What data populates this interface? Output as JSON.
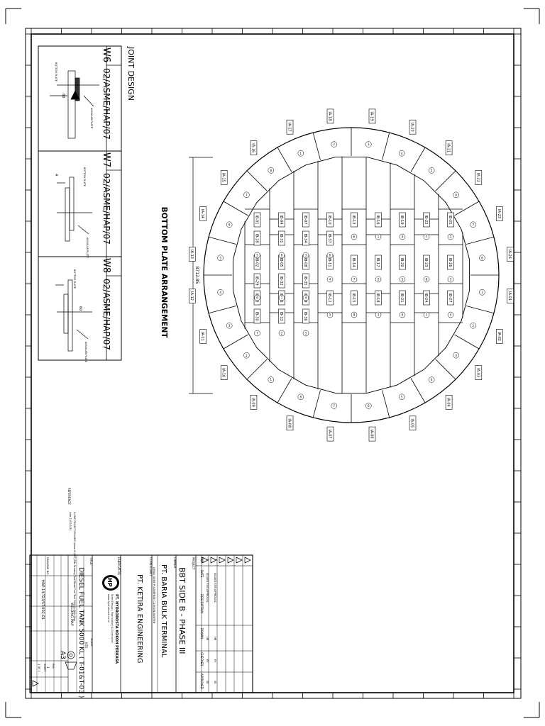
{
  "drawing": {
    "title": "BOTTOM PLATE ARRANGEMENT",
    "diameter": "8712.85"
  },
  "joint_design": {
    "heading": "JOINT DESIGN",
    "joints": [
      {
        "id": "W6",
        "ref": "02/ASME/HAP/07"
      },
      {
        "id": "W7",
        "ref": "02/ASME/HAP/07"
      },
      {
        "id": "W8",
        "ref": "02/ASME/HAP/07"
      }
    ],
    "detail_labels": [
      "BOTTOM PLATE",
      "ANNULAR PLATE",
      "60",
      "4",
      "3"
    ]
  },
  "annular_labels": [
    "IA-01",
    "IA-02",
    "IA-03",
    "IA-04",
    "IA-05",
    "IA-06",
    "IA-07",
    "IA-08",
    "IA-09",
    "IA-10",
    "IA-11",
    "IA-12",
    "IA-13",
    "IA-14",
    "IA-15",
    "IA-16",
    "IA-17",
    "IA-18",
    "IA-19",
    "IA-20",
    "IA-21",
    "IA-22",
    "IA-23",
    "IA-24"
  ],
  "bottom_labels": [
    "IB-01",
    "IB-02",
    "IB-03",
    "IB-04",
    "IB-05",
    "IB-06",
    "IB-07",
    "IB-08",
    "IB-09",
    "IB-10",
    "IB-11",
    "IB-12",
    "IB-13",
    "IB-14",
    "IB-15",
    "IB-16",
    "IB-17",
    "IB-18",
    "IB-19",
    "IB-20",
    "IB-21",
    "IB-22",
    "IB-23",
    "IB-24",
    "IB-25",
    "IB-26",
    "IB-27",
    "IB-28",
    "IB-29",
    "IB-30",
    "IB-31",
    "IB-32",
    "IB-33",
    "IB-34",
    "IB-35",
    "IB-36",
    "IB-37"
  ],
  "title_block": {
    "project_label": "PROJECT",
    "project": "BBT SIDE B - PHASE III",
    "owner_label": "OWNER",
    "owner": "PT. BARIA BULK TERMINAL",
    "owner_address": "LEBAK GEDE PULOMERAK CILEGON-BANTEN",
    "consultant_label": "CONSULTANT",
    "consultant": "PT. KETIRA ENGINEERING",
    "fabricator_label": "FABRICATOR",
    "fabricator": "PT. HYDROBOSTA KOKOH PERKASA",
    "fabricator_sub": "Steel Design, Fabrication & Contractor",
    "fabricator_web": "www.hydroboste.co.id",
    "title_label": "TITLE",
    "title": "DIESEL FUEL TANK 5000 KL ( T-01&T-03 )",
    "subtitle": "WELDING MAP",
    "revision_headers": [
      "REV",
      "DATE",
      "DESCRIPTION",
      "DRAWN",
      "CHECKED",
      "APPROVED"
    ],
    "revisions": [
      {
        "rev": "0",
        "desc": "ISSUED FOR APPROVAL",
        "drawn": "HR",
        "checked": "EY",
        "approved": "SE"
      },
      {
        "rev": "1",
        "desc": "ISSUED FOR APPROVAL",
        "drawn": "HR",
        "checked": "EY",
        "approved": "SE"
      }
    ],
    "drawing_no_label": "DRAWING NO.",
    "drawing_no": "HAP-14-T23/ST-002-01",
    "scale_label": "SCALE",
    "scale": "NTS",
    "size": "A3",
    "rev_label": "REV",
    "rev": "1",
    "sheet_label": "SHEET",
    "sheet": "1 OF 1"
  },
  "reference_label": "REFERENCE",
  "file_path": "D:/HAP PROJECT/2014/BBT phase III (BBT)/Site Drawing/Tank/Diesel Fuel Tank 5000 KL/Weld Map",
  "file_date": "date 23/03/2015",
  "zone_numbers": [
    "1",
    "2",
    "3",
    "4",
    "5",
    "6",
    "7",
    "8"
  ]
}
